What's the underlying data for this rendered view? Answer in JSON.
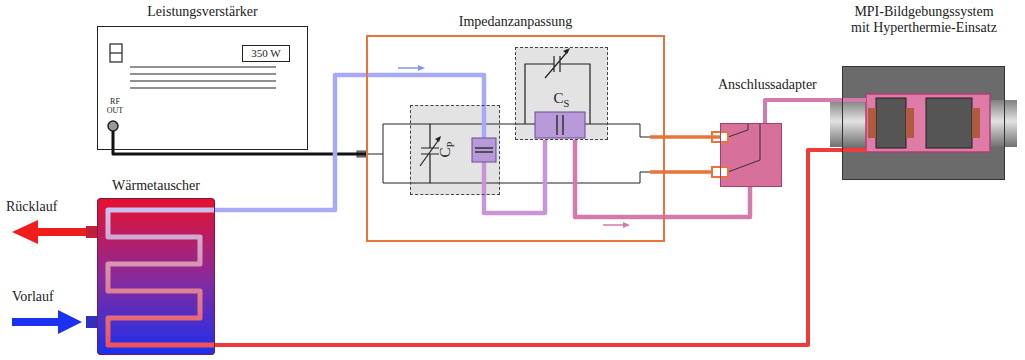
{
  "diagram": {
    "nodes": [
      {
        "text": [
          "Leistungsverstärker",
          "RF OUT"
        ]
      },
      {
        "text": [
          "350 W"
        ],
        "in": 0
      },
      {
        "text": [
          "Impedanzanpassung"
        ]
      },
      {
        "text": [
          "CP"
        ],
        "in": 2
      },
      {
        "text": [
          "CS"
        ],
        "in": 2
      },
      {
        "text": [
          "Anschlussadapter"
        ]
      },
      {
        "text": [
          "MPI-Bildgebungssystem mit Hyperthermie-Einsatz"
        ]
      },
      {
        "text": [
          "Wärmetauscher"
        ]
      }
    ],
    "edges": [
      {
        "from": 0,
        "to": 2,
        "arrow": "none"
      },
      {
        "from": 2,
        "to": 5,
        "arrow": "none"
      },
      {
        "from": 5,
        "to": 6,
        "arrow": "none"
      },
      {
        "from": 7,
        "to": 3,
        "arrow": "none"
      },
      {
        "from": 3,
        "to": 4,
        "arrow": "none"
      },
      {
        "from": 4,
        "to": 5,
        "arrow": "none"
      },
      {
        "from": 6,
        "to": 7,
        "arrow": "none"
      }
    ],
    "labels": [
      "Rücklauf",
      "Vorlauf"
    ]
  }
}
